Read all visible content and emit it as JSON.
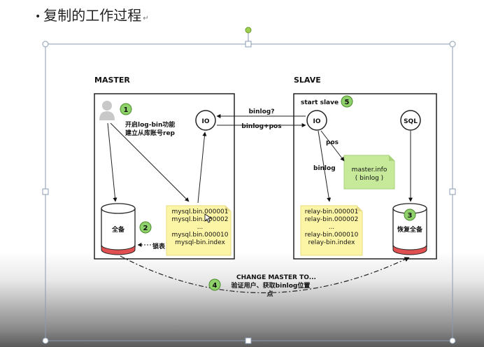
{
  "heading": {
    "bullet": "•",
    "title": "复制的工作过程",
    "mark": "↵"
  },
  "master": {
    "title": "MASTER",
    "step1": {
      "badge": "1",
      "line1": "开启log-bin功能",
      "line2": "建立从库账号rep"
    },
    "io_label": "IO",
    "db_label": "全备",
    "step2_badge": "2",
    "lock_label": "锁表",
    "binlog_note": [
      "mysql.bin.000001",
      "mysql.bin.000002",
      "...",
      "mysql.bin.000010",
      "mysql-bin.index"
    ]
  },
  "slave": {
    "title": "SLAVE",
    "start_label": "start slave",
    "step5_badge": "5",
    "io_label": "IO",
    "sql_label": "SQL",
    "pos_label": "pos",
    "binlog_label": "binlog",
    "master_info": [
      "master.info",
      "( binlog )"
    ],
    "relay_note": [
      "relay-bin.000001",
      "relay-bin.000002",
      "...",
      "relay-bin.000010",
      "relay-bin.index"
    ],
    "db_label": "恢复全备",
    "step3_badge": "3"
  },
  "links": {
    "request": "binlog?",
    "response": "binlog+pos"
  },
  "change_master": {
    "badge": "4",
    "line1": "CHANGE MASTER TO...",
    "line2": "验证用户、获取binlog位置",
    "line3": "点"
  },
  "colors": {
    "badge_green": "#8fd16a",
    "note_yellow": "#fdf5a6",
    "info_green": "#c6ea9a",
    "db_bottom_red": "#e05050"
  }
}
